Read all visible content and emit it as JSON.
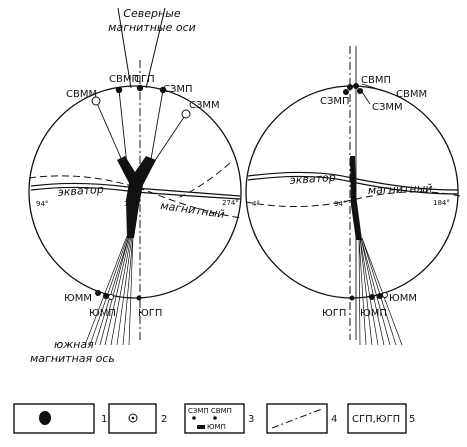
{
  "header": {
    "north_axes_line1": "Северные",
    "north_axes_line2": "магнитные оси"
  },
  "left_globe": {
    "svmp": "СВМП",
    "sgp": "СГП",
    "szmp": "СЗМП",
    "svmm": "СВММ",
    "szmm": "СЗММ",
    "equator": "экватор",
    "magnetic": "магнитный",
    "deg_94": "94°",
    "deg_184": "184°",
    "deg_274": "274°",
    "yumm": "ЮММ",
    "yump": "ЮМП",
    "yugp": "ЮГП"
  },
  "south_axis": {
    "line1": "южная",
    "line2": "магнитная ось"
  },
  "right_globe": {
    "svmp": "СВМП",
    "szmp": "СЗМП",
    "svmm": "СВММ",
    "szmm": "СЗММ",
    "equator": "экватор",
    "magnetic": "магнитный",
    "deg_4": "4°",
    "deg_94": "94°",
    "deg_184": "184°",
    "yugp": "ЮГП",
    "yump": "ЮМП",
    "yumm": "ЮММ"
  },
  "legend": {
    "item1_num": "1",
    "item2_num": "2",
    "item3_text_a": "СЗМП СВМП",
    "item3_text_b": "ЮМП",
    "item3_num": "3",
    "item4_num": "4",
    "item5_text": "СГП,ЮГП",
    "item5_num": "5"
  }
}
